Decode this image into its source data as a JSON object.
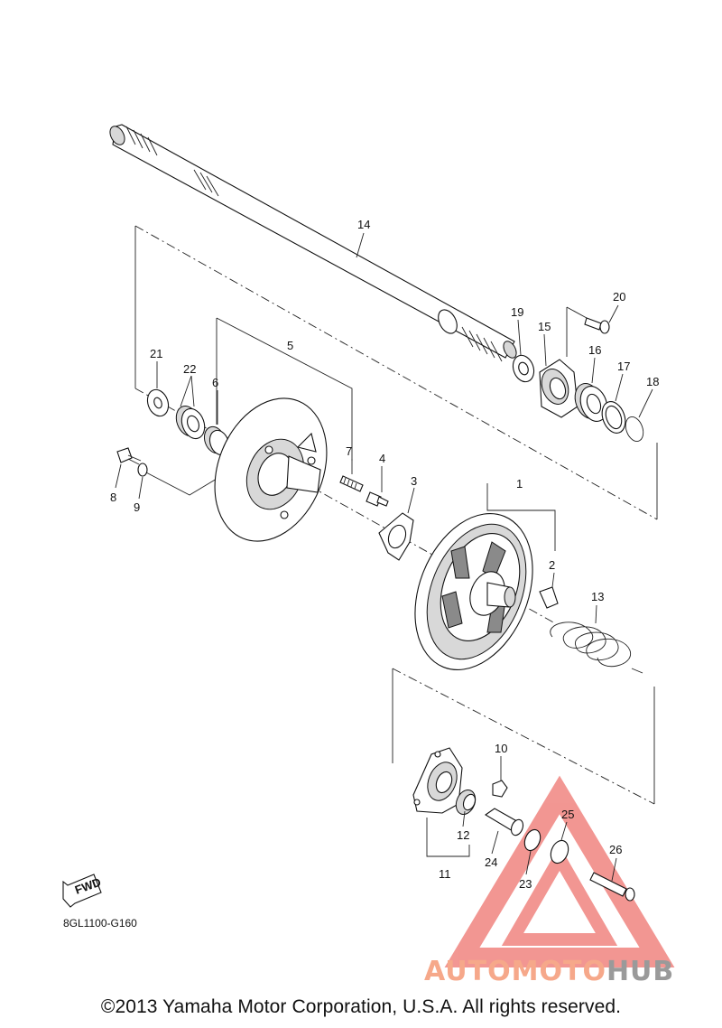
{
  "diagram_code": "8GL1100-G160",
  "copyright": "©2013 Yamaha Motor Corporation, U.S.A. All rights reserved.",
  "fwd_label": "FWD",
  "watermark": {
    "part1": "AUTO",
    "part2": "MOTO",
    "part3": "HUB",
    "color": "#e8413a"
  },
  "callouts": [
    "1",
    "2",
    "3",
    "4",
    "5",
    "6",
    "7",
    "8",
    "9",
    "10",
    "11",
    "12",
    "13",
    "14",
    "15",
    "16",
    "17",
    "18",
    "19",
    "20",
    "21",
    "22",
    "23",
    "24",
    "25",
    "26"
  ]
}
